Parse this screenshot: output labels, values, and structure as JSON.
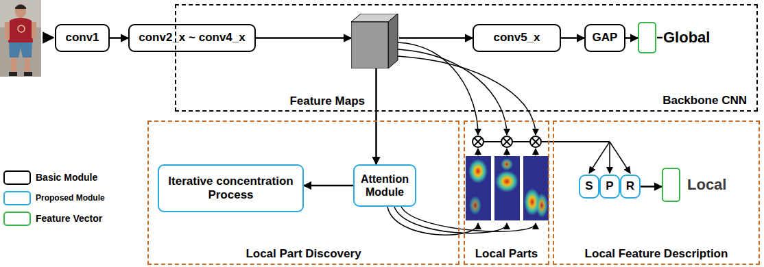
{
  "diagram": {
    "nodes": [
      {
        "text": [
          "conv1"
        ]
      },
      {
        "text": [
          "conv2_x ~ conv4_x"
        ]
      },
      {
        "text": [
          "Backbone CNN"
        ]
      },
      {
        "text": [
          "Feature Maps"
        ],
        "in": 2
      },
      {
        "text": [
          "conv5_x"
        ],
        "in": 2
      },
      {
        "text": [
          "GAP"
        ],
        "in": 2
      },
      {
        "text": [
          "Global"
        ],
        "in": 2
      },
      {
        "text": [
          "Local Part Discovery"
        ]
      },
      {
        "text": [
          "Iterative concentration Process"
        ],
        "in": 7
      },
      {
        "text": [
          "Attention Module"
        ],
        "in": 7
      },
      {
        "text": [
          "Local Parts"
        ]
      },
      {
        "text": [
          "Local Feature Description"
        ]
      },
      {
        "text": [
          "S"
        ],
        "in": 11
      },
      {
        "text": [
          "P"
        ],
        "in": 11
      },
      {
        "text": [
          "R"
        ],
        "in": 11
      },
      {
        "text": [
          "Local"
        ],
        "in": 11
      }
    ],
    "edges": [
      {
        "from": 0,
        "to": 1,
        "arrow": "to"
      },
      {
        "from": 1,
        "to": 3,
        "arrow": "to"
      },
      {
        "from": 3,
        "to": 4,
        "arrow": "to"
      },
      {
        "from": 4,
        "to": 5,
        "arrow": "to"
      },
      {
        "from": 5,
        "to": 6,
        "arrow": "to"
      },
      {
        "from": 3,
        "to": 9,
        "arrow": "to"
      },
      {
        "from": 9,
        "to": 8,
        "arrow": "to"
      },
      {
        "from": 14,
        "to": 15,
        "arrow": "to"
      }
    ],
    "legend": [
      {
        "text": "Basic Module"
      },
      {
        "text": "Proposed Module"
      },
      {
        "text": "Feature Vector"
      }
    ]
  }
}
